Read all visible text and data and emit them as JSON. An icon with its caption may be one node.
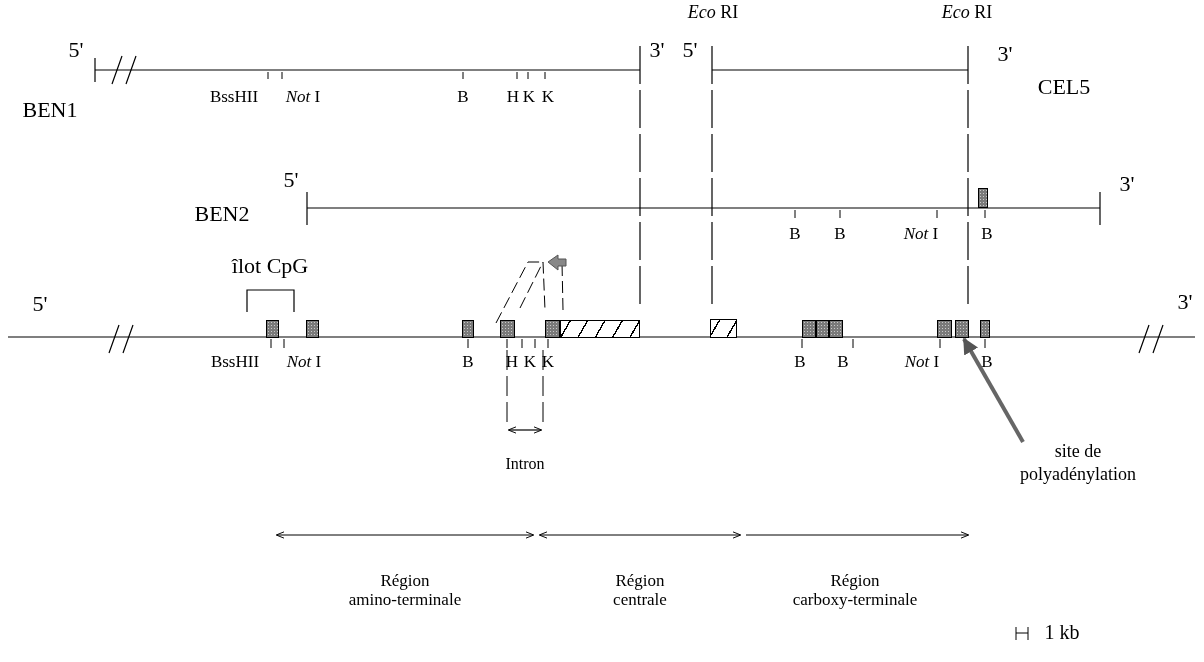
{
  "diagram": {
    "nodes": [
      {
        "text": [],
        "shape": "box"
      },
      {
        "text": [],
        "shape": "box"
      },
      {
        "text": [],
        "shape": "box"
      },
      {
        "text": [],
        "shape": "box"
      },
      {
        "text": [],
        "shape": "box"
      },
      {
        "text": [],
        "shape": "box"
      },
      {
        "text": [],
        "shape": "box"
      },
      {
        "text": [],
        "shape": "box"
      },
      {
        "text": [],
        "shape": "box"
      },
      {
        "text": [],
        "shape": "box"
      },
      {
        "text": [],
        "shape": "box"
      },
      {
        "text": [],
        "shape": "box"
      },
      {
        "text": [],
        "shape": "box"
      },
      {
        "text": [],
        "shape": "box"
      },
      {
        "text": [
          "site de polyadénylation"
        ]
      }
    ],
    "edges": [
      {
        "from": 14,
        "to": 12,
        "arrow": "to"
      }
    ],
    "labels": [
      "*Eco* RI",
      "*Eco* RI",
      "5'",
      "3'",
      "5'",
      "3'",
      "CEL5",
      "BssHII",
      "*Not* I",
      "B",
      "H",
      "K",
      "K",
      "BEN1",
      "5'",
      "3'",
      "BEN2",
      "B",
      "B",
      "*Not* I",
      "B",
      "îlot CpG",
      "5'",
      "3'",
      "BssHII",
      "*Not* I",
      "B",
      "H",
      "K",
      "K",
      "B",
      "B",
      "*Not* I",
      "B",
      "Intron",
      "Région amino-terminale",
      "Région centrale",
      "Région carboxy-terminale",
      "1 kb"
    ]
  }
}
